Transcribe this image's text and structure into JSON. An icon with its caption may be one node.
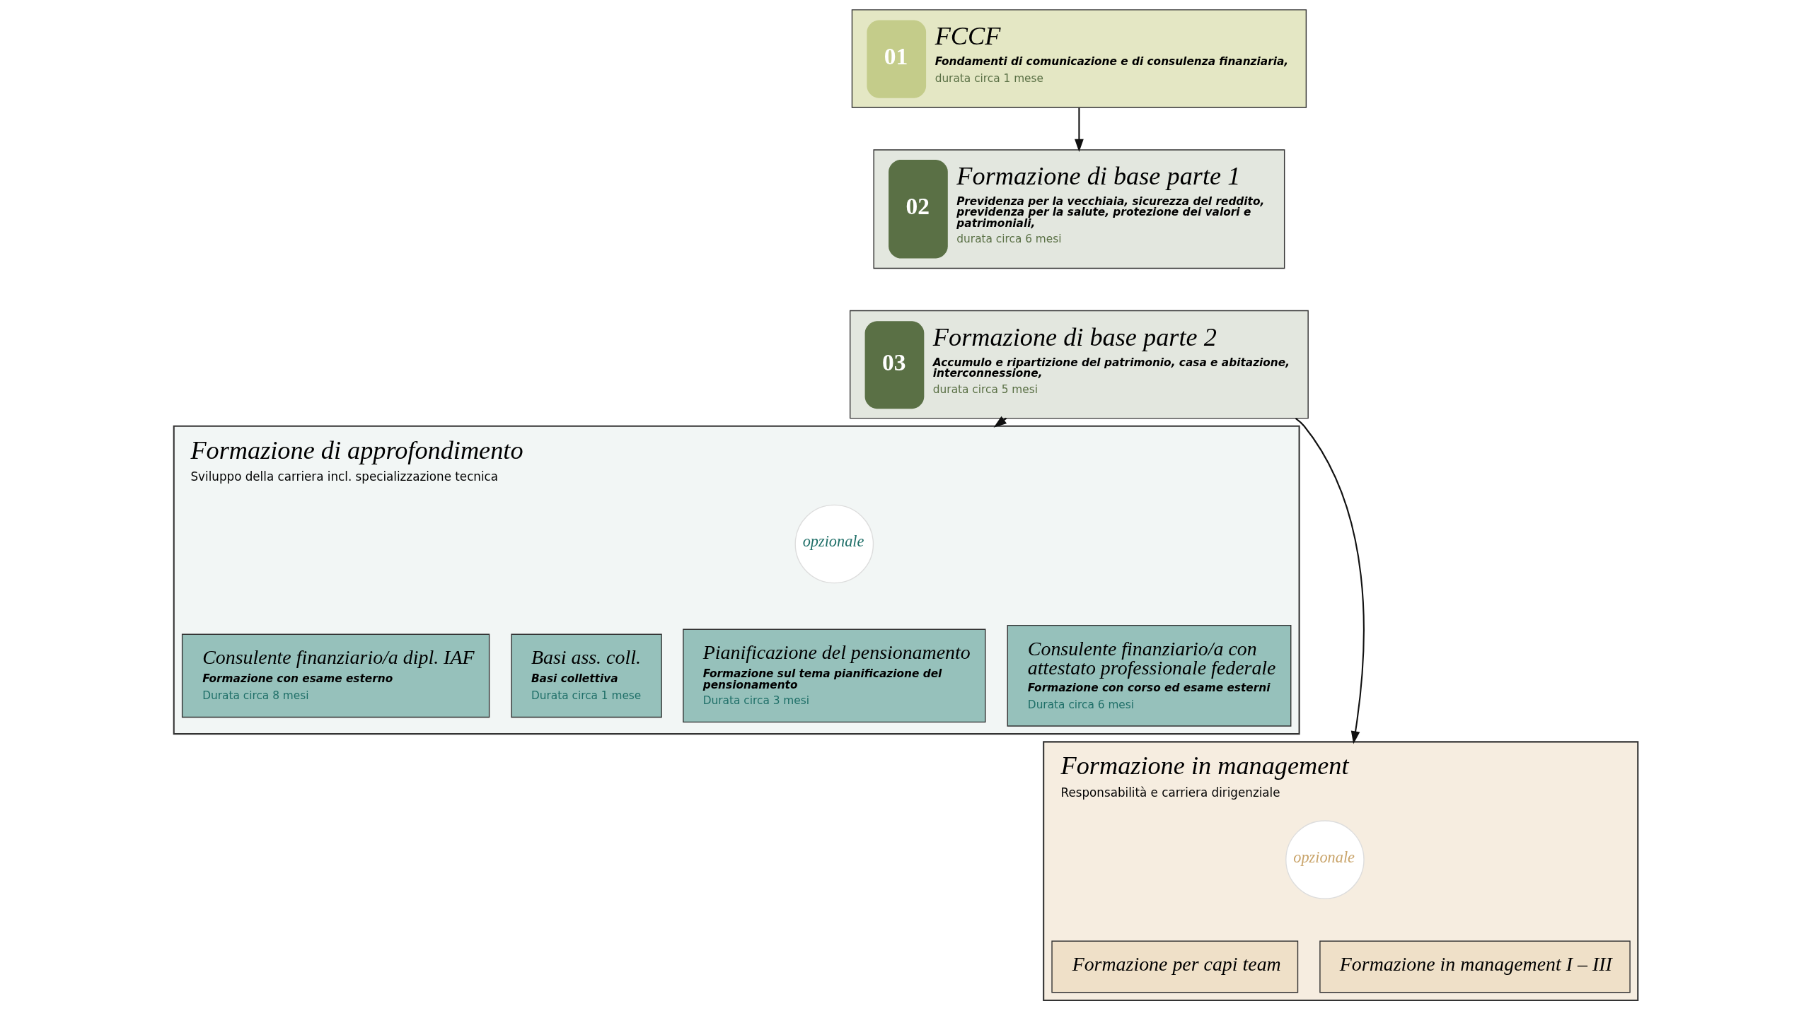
{
  "diagram": {
    "nodes": [
      {
        "text": [
          "01",
          "FCCF",
          "Fondamenti di comunicazione e di consulenza finanziaria,",
          "durata circa 1 mese"
        ]
      },
      {
        "text": [
          "02",
          "Formazione di base parte 1",
          "Previdenza per la vecchiaia, sicurezza del reddito, previdenza per la salute, protezione dei valori e patrimoniali,",
          "durata circa 6 mesi"
        ]
      },
      {
        "text": [
          "03",
          "Formazione di base parte 2",
          "Accumulo e ripartizione del patrimonio, casa e abitazione, interconnessione,",
          "durata circa 5 mesi"
        ]
      },
      {
        "text": [
          "Formazione di approfondimento",
          "Sviluppo della carriera incl. specializzazione tecnica"
        ]
      },
      {
        "text": [
          "opzionale"
        ],
        "in": 3
      },
      {
        "text": [
          "Consulente finanziario/a dipl. IAF",
          "Formazione con esame esterno",
          "Durata circa 8 mesi"
        ],
        "in": 3
      },
      {
        "text": [
          "Basi ass. coll.",
          "Basi collettiva",
          "Durata circa 1 mese"
        ],
        "in": 3
      },
      {
        "text": [
          "Pianificazione del pensionamento",
          "Formazione sul tema pianificazione del pensionamento",
          "Durata circa 3 mesi"
        ],
        "in": 3
      },
      {
        "text": [
          "Consulente finanziario/a con attestato professionale federale",
          "Formazione con corso ed esame esterni",
          "Durata circa 6 mesi"
        ],
        "in": 3
      },
      {
        "text": [
          "Formazione in management",
          "Responsabilità e carriera dirigenziale"
        ]
      },
      {
        "text": [
          "opzionale"
        ],
        "in": 9
      },
      {
        "text": [
          "Formazione per capi team"
        ],
        "in": 9
      },
      {
        "text": [
          "Formazione in management I – III"
        ],
        "in": 9
      }
    ],
    "edges": [
      {
        "from": 0,
        "to": 1,
        "arrow": "to"
      },
      {
        "from": 2,
        "to": 3,
        "arrow": "to"
      },
      {
        "from": 2,
        "to": 9,
        "arrow": "to"
      }
    ]
  }
}
